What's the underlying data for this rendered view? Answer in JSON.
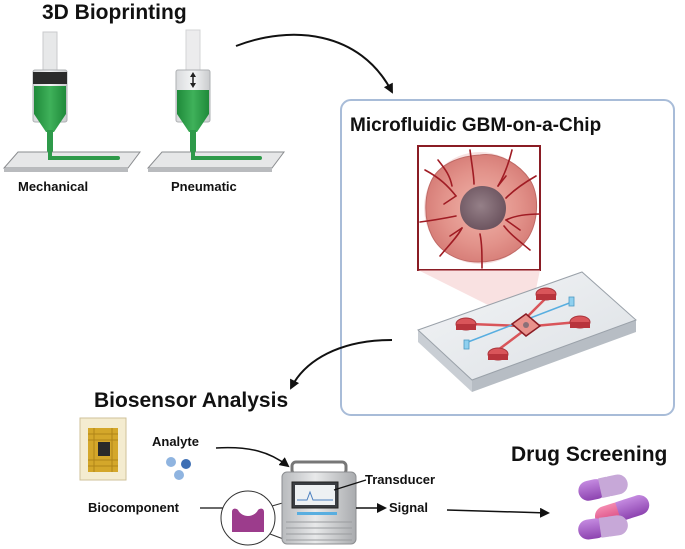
{
  "sections": {
    "bioprinting": {
      "title": "3D Bioprinting",
      "methods": [
        {
          "label": "Mechanical"
        },
        {
          "label": "Pneumatic"
        }
      ]
    },
    "chip": {
      "title": "Microfluidic GBM-on-a-Chip"
    },
    "biosensor": {
      "title": "Biosensor Analysis",
      "labels": {
        "analyte": "Analyte",
        "biocomponent": "Biocomponent",
        "transducer": "Transducer",
        "signal": "Signal"
      }
    },
    "drug": {
      "title": "Drug Screening"
    }
  },
  "colors": {
    "bioink_green": "#2e9a4a",
    "panel_border": "#a8bcd8",
    "tumor_pink": "#e59a90",
    "tumor_core": "#8a7078",
    "vessel_red": "#a01c24",
    "chip_port": "#d9555a",
    "biocomponent_purple": "#9c3c8c",
    "pill_purple": "#a45ec4",
    "pill_pink": "#e85a8c",
    "analyte_blue": "#8fb4e0"
  }
}
